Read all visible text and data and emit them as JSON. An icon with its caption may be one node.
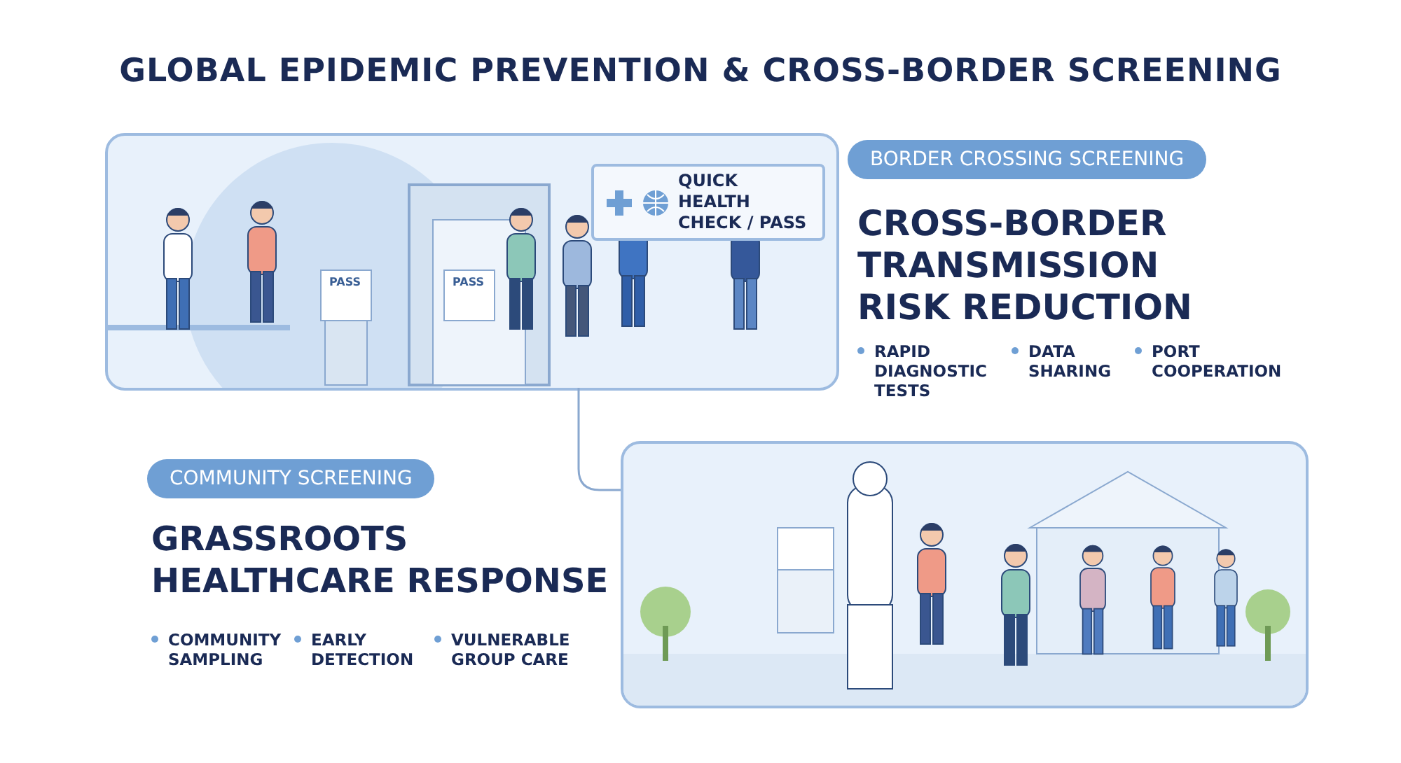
{
  "diagram": {
    "title": "GLOBAL EPIDEMIC PREVENTION & CROSS-BORDER SCREENING",
    "nodes": [
      {
        "text": [],
        "shape": "picture"
      },
      {
        "text": [
          "QUICK HEALTH CHECK / PASS"
        ],
        "in": 0
      },
      {
        "text": [],
        "shape": "picture"
      }
    ],
    "edges": [
      {
        "from": 0,
        "to": 2,
        "arrow": "none"
      }
    ],
    "labels": [
      "PASS",
      "PASS",
      "BORDER CROSSING SCREENING",
      "CROSS-BORDER TRANSMISSION RISK REDUCTION",
      "RAPID DIAGNOSTIC TESTS",
      "DATA SHARING",
      "PORT COOPERATION",
      "COMMUNITY SCREENING",
      "GRASSROOTS HEALTHCARE RESPONSE",
      "COMMUNITY SAMPLING",
      "EARLY DETECTION",
      "VULNERABLE GROUP CARE"
    ]
  }
}
